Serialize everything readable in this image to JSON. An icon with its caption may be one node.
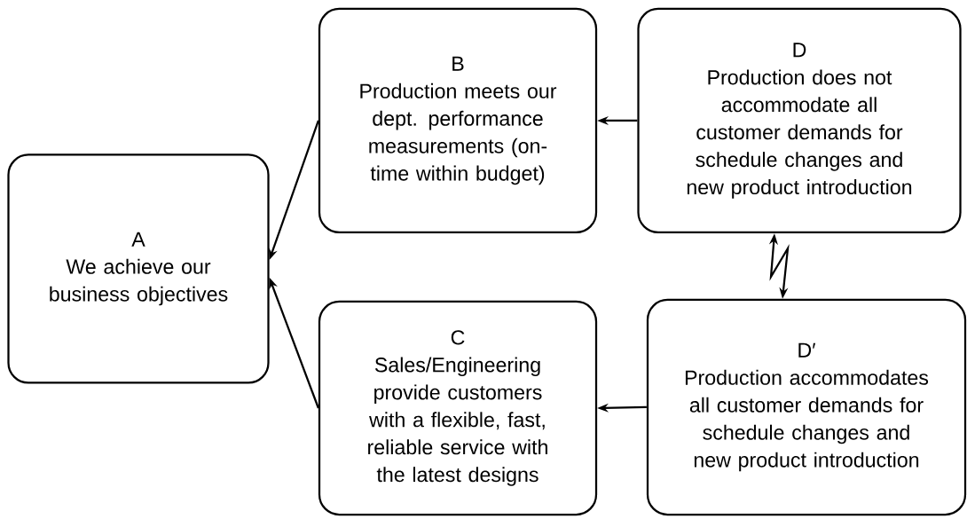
{
  "diagram": {
    "nodes": [
      {
        "text": [
          "A",
          "We achieve our business objectives"
        ]
      },
      {
        "text": [
          "B",
          "Production meets our dept. performance measurements (on-time within budget)"
        ]
      },
      {
        "text": [
          "C",
          "Sales/Engineering provide customers with a flexible, fast, reliable service with the latest designs"
        ]
      },
      {
        "text": [
          "D",
          "Production does not accommodate all customer demands for schedule changes and new product introduction"
        ]
      },
      {
        "text": [
          "D′",
          "Production accommodates all customer demands for schedule changes and new product introduction"
        ]
      }
    ],
    "edges": [
      {
        "from": 1,
        "to": 0,
        "arrow": "to"
      },
      {
        "from": 2,
        "to": 0,
        "arrow": "to"
      },
      {
        "from": 3,
        "to": 1,
        "arrow": "to"
      },
      {
        "from": 4,
        "to": 2,
        "arrow": "to"
      },
      {
        "from": 3,
        "to": 4,
        "arrow": "both"
      }
    ]
  }
}
